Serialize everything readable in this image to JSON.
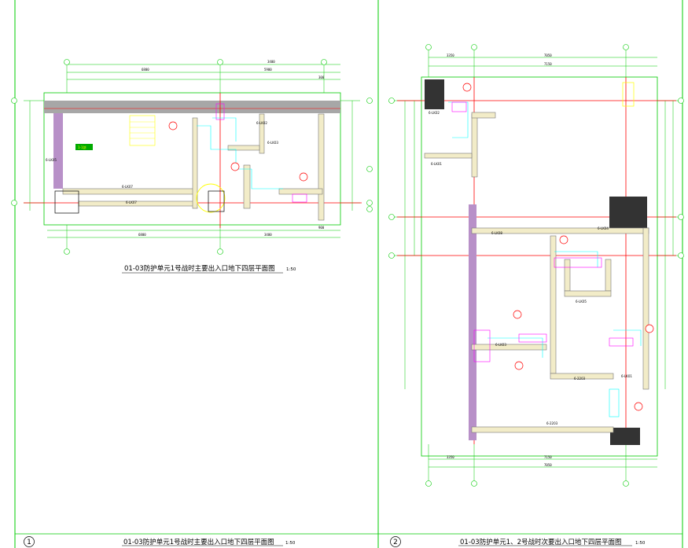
{
  "sheet": {
    "panel1": {
      "number": "1",
      "title": "01-03防护单元1号战时主要出入口地下四层平面图",
      "scale": "1:50"
    },
    "panel2": {
      "number": "2",
      "title": "01-03防护单元1、2号战时次要出入口地下四层平面图",
      "scale": "1:50"
    },
    "plan1_caption": {
      "title": "01-03防护单元1号战时主要出入口地下四层平面图",
      "scale": "1:50"
    }
  },
  "plan1": {
    "top_dims": [
      "3400",
      "6800",
      "5900",
      "300"
    ],
    "bottom_dims": [
      "6800",
      "3400",
      "900"
    ],
    "labels": [
      "6-LK07",
      "6-LK07",
      "6-LK02",
      "6-LK05",
      "6-LK03",
      "1-1剖"
    ]
  },
  "plan2": {
    "top_dims": [
      "3350",
      "7050",
      "7150"
    ],
    "bottom_dims": [
      "3350",
      "7150",
      "7050"
    ],
    "labels": [
      "6-LK08",
      "6-LK04",
      "6-LK05",
      "6-LK03",
      "6-LK01",
      "6-2203",
      "6-2203",
      "6-LK01",
      "6-LK02"
    ]
  }
}
